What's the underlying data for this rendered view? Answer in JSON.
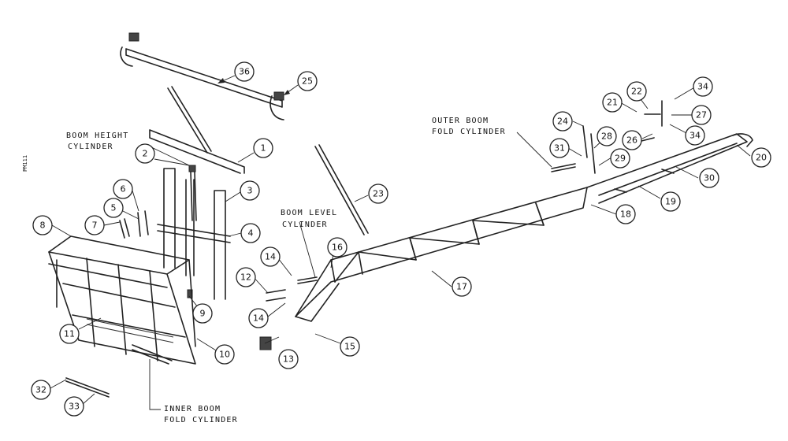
{
  "labels": {
    "boom_height_1": "BOOM HEIGHT",
    "boom_height_2": "CYLINDER",
    "boom_level_1": "BOOM LEVEL",
    "boom_level_2": "CYLINDER",
    "outer_fold_1": "OUTER BOOM",
    "outer_fold_2": "FOLD CYLINDER",
    "inner_fold_1": "INNER BOOM",
    "inner_fold_2": "FOLD CYLINDER"
  },
  "page_code": "PM111",
  "callouts": {
    "c1": "1",
    "c2": "2",
    "c3": "3",
    "c4": "4",
    "c5": "5",
    "c6": "6",
    "c7": "7",
    "c8": "8",
    "c9": "9",
    "c10": "10",
    "c11": "11",
    "c12": "12",
    "c13": "13",
    "c14a": "14",
    "c14b": "14",
    "c15": "15",
    "c16": "16",
    "c17": "17",
    "c18": "18",
    "c19": "19",
    "c20": "20",
    "c21": "21",
    "c22": "22",
    "c23": "23",
    "c24": "24",
    "c25": "25",
    "c26": "26",
    "c27": "27",
    "c28": "28",
    "c29": "29",
    "c30": "30",
    "c31": "31",
    "c32": "32",
    "c33": "33",
    "c34a": "34",
    "c34b": "34",
    "c36": "36"
  }
}
